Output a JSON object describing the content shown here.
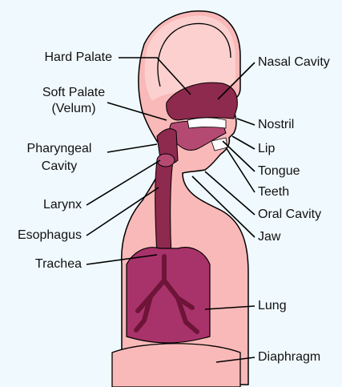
{
  "labels": {
    "hard_palate": "Hard Palate",
    "soft_palate_line1": "Soft Palate",
    "soft_palate_line2": "(Velum)",
    "pharyngeal_line1": "Pharyngeal",
    "pharyngeal_line2": "Cavity",
    "larynx": "Larynx",
    "esophagus": "Esophagus",
    "trachea": "Trachea",
    "nasal_cavity": "Nasal Cavity",
    "nostril": "Nostril",
    "lip": "Lip",
    "tongue": "Tongue",
    "teeth": "Teeth",
    "oral_cavity": "Oral Cavity",
    "jaw": "Jaw",
    "lung": "Lung",
    "diaphragm": "Diaphragm"
  },
  "colors": {
    "background": "#f0f9fd",
    "skin": "#f9b9b8",
    "skin_light": "#fbd0cf",
    "outline": "#000000",
    "cavity": "#8e2a4e",
    "cavity_light": "#b44a72",
    "lung": "#a8336a",
    "lung_dark": "#6e1438",
    "teeth": "#ffffff"
  }
}
